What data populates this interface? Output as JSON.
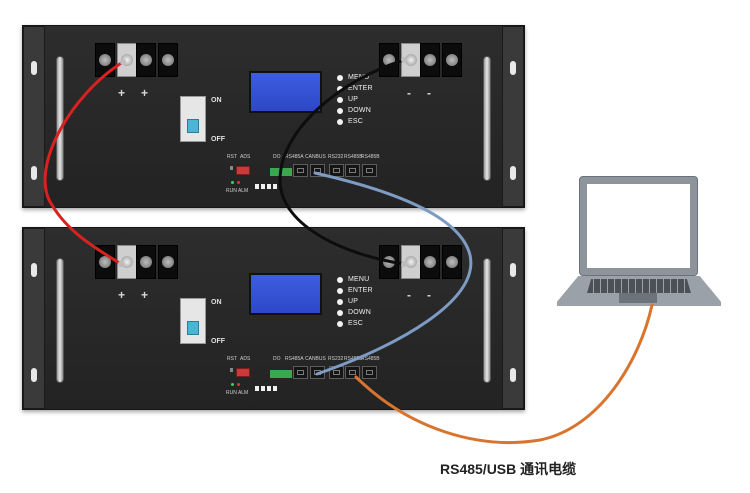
{
  "caption": "RS485/USB 通讯电缆",
  "breaker": {
    "on": "ON",
    "off": "OFF"
  },
  "terminal_signs": {
    "positive": "+",
    "negative": "-"
  },
  "menu": [
    "MENU",
    "ENTER",
    "UP",
    "DOWN",
    "ESC"
  ],
  "panel_labels": {
    "rst": "RST",
    "ads": "ADS",
    "do": "DO",
    "run_alm": "RUN ALM",
    "ports": [
      "RS485A",
      "CANBUS",
      "RS232",
      "RS485B",
      "RS485B"
    ]
  },
  "colors": {
    "power_positive_cable": "#d8221f",
    "power_negative_cable": "#0d0d0d",
    "can_cable": "#7e9bc4",
    "rs485_usb_cable": "#d9742f",
    "lcd": "#3552d8",
    "panel": "#282828"
  }
}
